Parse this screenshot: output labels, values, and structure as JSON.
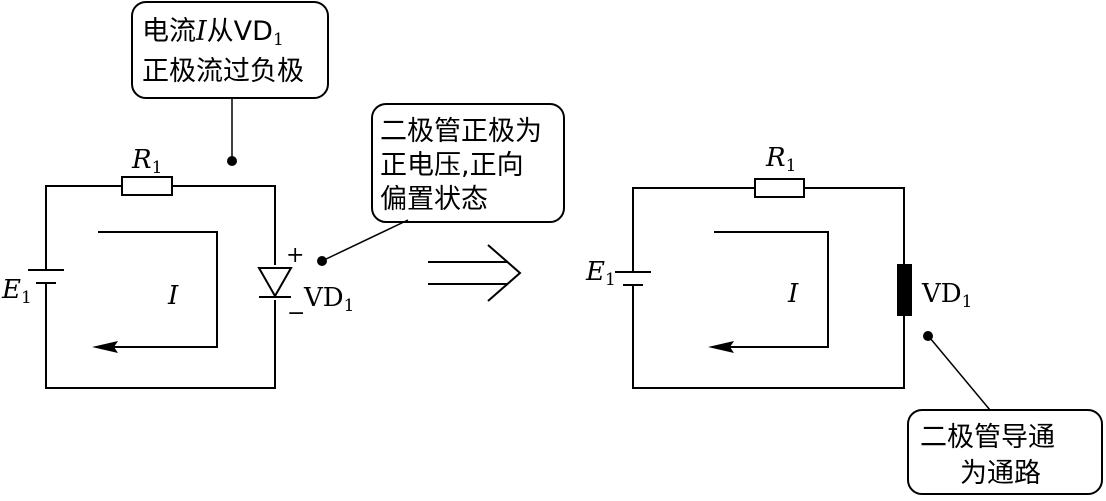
{
  "colors": {
    "ink": "#000000",
    "paper": "#ffffff"
  },
  "left_circuit": {
    "resistor": {
      "name": "R",
      "sub": "1"
    },
    "battery": {
      "name": "E",
      "sub": "1"
    },
    "current": "I",
    "diode": {
      "name": "VD",
      "sub": "1",
      "plus": "+",
      "minus": "−"
    },
    "callout_top": {
      "line1_a": "电流",
      "line1_i": "I",
      "line1_b": "从VD",
      "line1_sub": "1",
      "line2": "正极流过负极"
    },
    "callout_right": {
      "line1": "二极管正极为",
      "line2": "正电压,正向",
      "line3": "偏置状态"
    }
  },
  "arrow": {
    "icon": "double-arrow-right-icon"
  },
  "right_circuit": {
    "resistor": {
      "name": "R",
      "sub": "1"
    },
    "battery": {
      "name": "E",
      "sub": "1"
    },
    "current": "I",
    "diode": {
      "name": "VD",
      "sub": "1"
    },
    "callout_bottom": {
      "line1": "二极管导通",
      "line2": "为通路"
    }
  }
}
